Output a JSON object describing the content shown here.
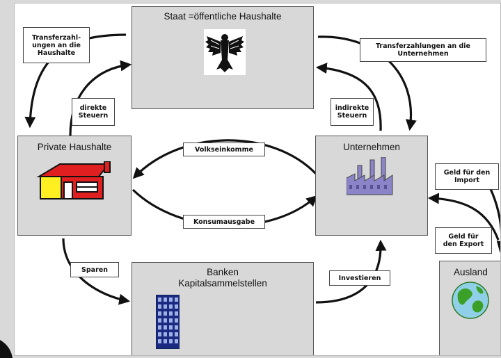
{
  "nodes": {
    "state": "Staat =öffentliche Haushalte",
    "households": "Private Haushalte",
    "companies": "Unternehmen",
    "banks_line1": "Banken",
    "banks_line2": "Kapitalsammelstellen",
    "abroad": "Ausland"
  },
  "flows": {
    "transfer_households": "Transferzahl-\nungen an die\nHaushalte",
    "transfer_companies": "Transferzahlungen an die\nUnternehmen",
    "direct_taxes": "direkte\nSteuern",
    "indirect_taxes": "indirekte\nSteuern",
    "national_income": "Volkseinkomme",
    "consumption": "Konsumausgabe",
    "savings": "Sparen",
    "investment": "Investieren",
    "money_import": "Geld für den\nImport",
    "money_export": "Geld für\nden Export"
  },
  "icons": {
    "state": "eagle-icon",
    "households": "house-icon",
    "companies": "factory-icon",
    "banks": "building-icon",
    "abroad": "globe-icon"
  },
  "colors": {
    "node_fill": "#d8d8d8",
    "house_roof": "#e02020",
    "house_wall": "#ffee22",
    "factory": "#8c84c8",
    "building": "#1a2a80",
    "globe_land": "#3aa028",
    "globe_sea": "#8fd0e8"
  }
}
